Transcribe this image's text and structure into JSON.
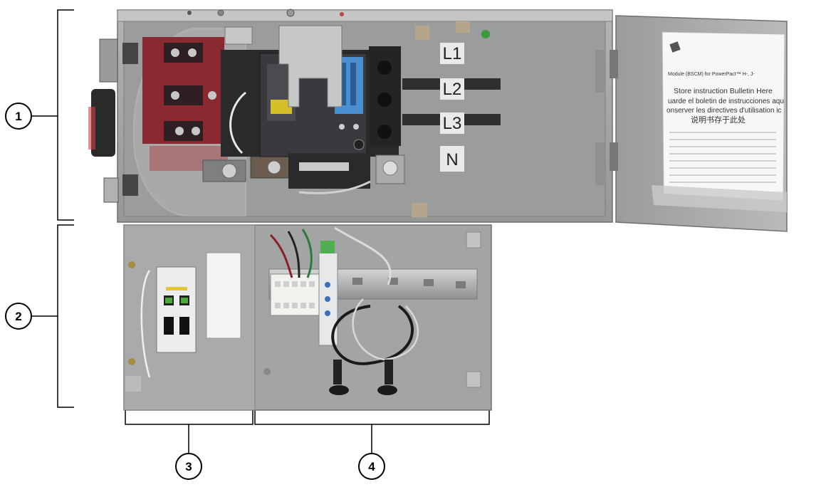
{
  "callouts": [
    {
      "number": "1"
    },
    {
      "number": "2"
    },
    {
      "number": "3"
    },
    {
      "number": "4"
    }
  ],
  "phase_labels": [
    "L1",
    "L2",
    "L3",
    "N"
  ],
  "door_sticker": {
    "line_top": "Module (BSCM) for PowerPact™ H-, J-",
    "line_en": "Store instruction Bulletin Here",
    "line_es": "uarde el boletin de instrucciones aqu",
    "line_fr": "onserver les directives d'utilisation ic",
    "line_zh": "说明书存于此处"
  },
  "colors": {
    "enclosure": "#a4a6a5",
    "enclosure_dark": "#8a8c8b",
    "interior": "#9a9c9b",
    "breaker_body": "#2c2c2e",
    "red_board": "#8a2a30",
    "bracket_line": "#000000"
  }
}
